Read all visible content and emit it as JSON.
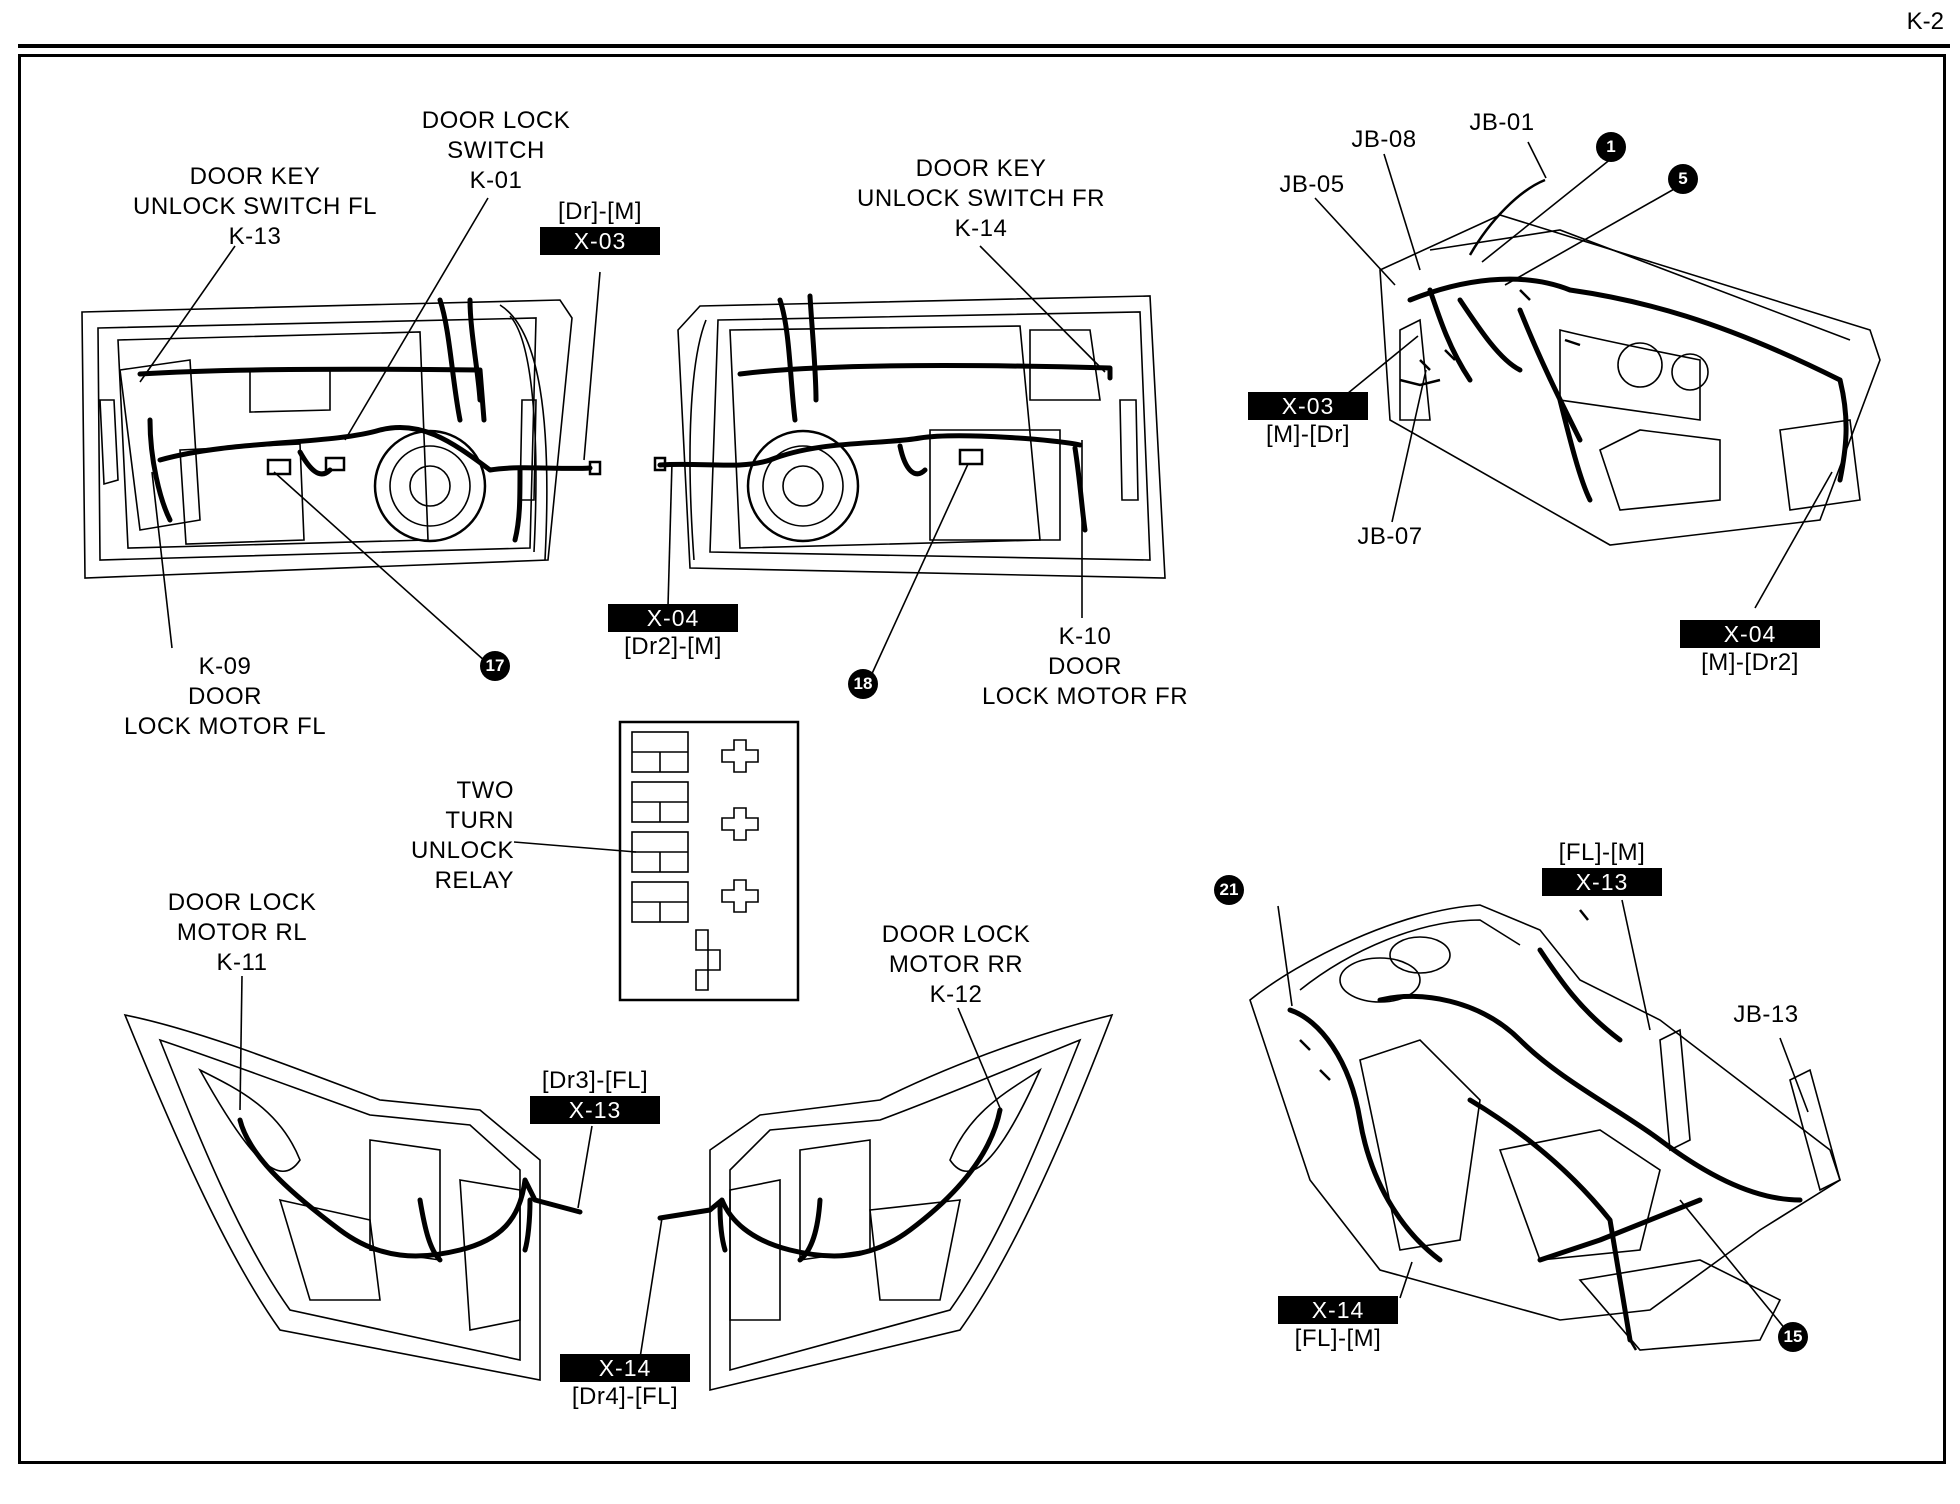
{
  "page_label": "K-2",
  "labels": {
    "k13": [
      "DOOR KEY",
      "UNLOCK SWITCH FL",
      "K-13"
    ],
    "k01": [
      "DOOR LOCK",
      "SWITCH",
      "K-01"
    ],
    "x03_top_conn": "[Dr]-[M]",
    "x03_top_tag": "X-03",
    "k14": [
      "DOOR KEY",
      "UNLOCK SWITCH FR",
      "K-14"
    ],
    "jb01": "JB-01",
    "jb08": "JB-08",
    "jb05": "JB-05",
    "x03_dash_tag": "X-03",
    "x03_dash_conn": "[M]-[Dr]",
    "jb07": "JB-07",
    "x04_dash_tag": "X-04",
    "x04_dash_conn": "[M]-[Dr2]",
    "k09": [
      "K-09",
      "DOOR",
      "LOCK MOTOR FL"
    ],
    "x04_front_tag": "X-04",
    "x04_front_conn": "[Dr2]-[M]",
    "k10": [
      "K-10",
      "DOOR",
      "LOCK MOTOR FR"
    ],
    "relay": [
      "TWO",
      "TURN",
      "UNLOCK",
      "RELAY"
    ],
    "k11": [
      "DOOR LOCK",
      "MOTOR RL",
      "K-11"
    ],
    "k12": [
      "DOOR LOCK",
      "MOTOR RR",
      "K-12"
    ],
    "x13_rear_conn": "[Dr3]-[FL]",
    "x13_rear_tag": "X-13",
    "x14_rear_tag": "X-14",
    "x14_rear_conn": "[Dr4]-[FL]",
    "x13_floor_conn": "[FL]-[M]",
    "x13_floor_tag": "X-13",
    "jb13": "JB-13",
    "x14_floor_tag": "X-14",
    "x14_floor_conn": "[FL]-[M]"
  },
  "circles": {
    "c1": "1",
    "c5": "5",
    "c17": "17",
    "c18": "18",
    "c21": "21",
    "c15": "15"
  }
}
